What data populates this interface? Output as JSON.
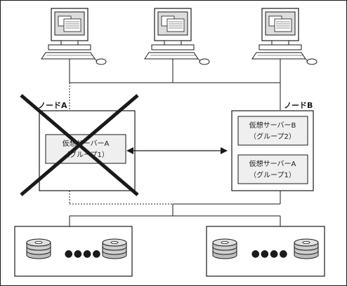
{
  "diagram": {
    "node_a": {
      "label": "ノードA",
      "status": "failed",
      "server": {
        "name": "仮想サーバーA",
        "group": "（グループ1）"
      }
    },
    "node_b": {
      "label": "ノードB",
      "servers": [
        {
          "name": "仮想サーバーB",
          "group": "（グループ2）"
        },
        {
          "name": "仮想サーバーA",
          "group": "（グループ1）"
        }
      ]
    },
    "clients": [
      {
        "icon": "workstation-icon"
      },
      {
        "icon": "workstation-icon"
      },
      {
        "icon": "workstation-icon"
      }
    ],
    "storage": [
      {
        "icon": "disk-array-icon",
        "ellipsis": "●●●●"
      },
      {
        "icon": "disk-array-icon",
        "ellipsis": "●●●●"
      }
    ],
    "colors": {
      "line": "#1a1a1a",
      "box_fill": "#ffffff",
      "panel_fill": "#efefef",
      "disk_fill": "#d0d0d0",
      "screen_fill": "#dcdcdc"
    }
  }
}
